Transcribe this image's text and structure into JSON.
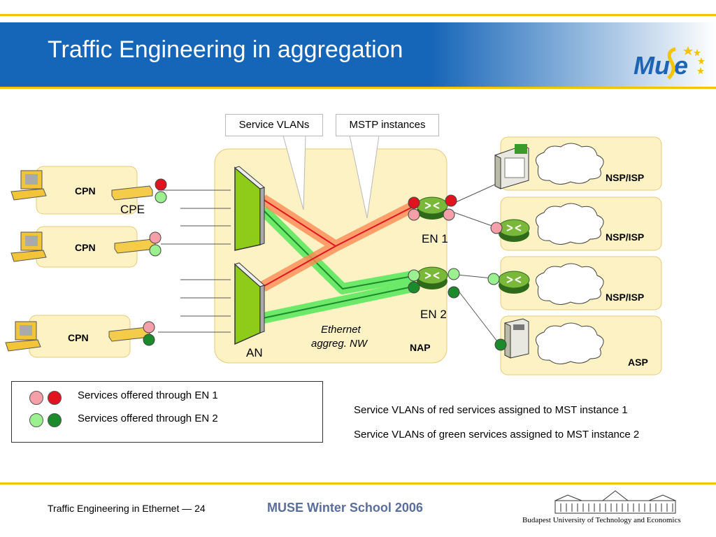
{
  "title": "Traffic Engineering in aggregation",
  "logo_text": "Muse",
  "callouts": {
    "vlans": "Service VLANs",
    "mstp": "MSTP instances"
  },
  "cpn_label": "CPN",
  "cpe_label": "CPE",
  "an_label": "AN",
  "en1_label": "EN 1",
  "en2_label": "EN 2",
  "nap_label": "NAP",
  "ethernet_label_1": "Ethernet",
  "ethernet_label_2": "aggreg. NW",
  "nsp_label": "NSP/ISP",
  "asp_label": "ASP",
  "legend": {
    "en1": "Services offered through EN 1",
    "en2": "Services offered through EN 2"
  },
  "notes": {
    "red": "Service VLANs of red services assigned to MST instance 1",
    "green": "Service VLANs of green services assigned to MST instance 2"
  },
  "footer": {
    "left": "Traffic Engineering in Ethernet  — 24",
    "middle": "MUSE Winter School 2006",
    "right": "Budapest University of Technology and Economics"
  },
  "colors": {
    "header_blue": "#1565b8",
    "red": "#e0141e",
    "light_red": "#f5a0a8",
    "green": "#1a8a2a",
    "light_green": "#9bf08f",
    "box_fill": "#fdf2c4"
  }
}
